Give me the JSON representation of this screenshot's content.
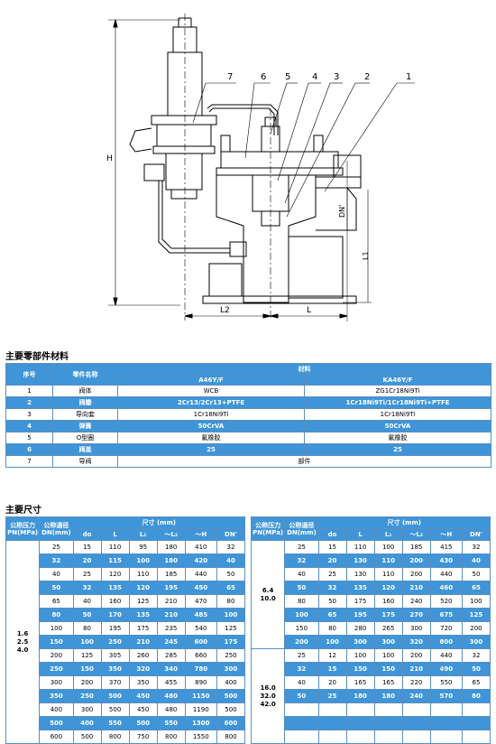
{
  "drawing": {
    "callouts": [
      "7",
      "6",
      "5",
      "4",
      "3",
      "2",
      "1"
    ],
    "dims": {
      "H": "H",
      "DN": "DN'",
      "L1": "L1",
      "L2": "L2",
      "L": "L"
    }
  },
  "materials": {
    "title": "主要零部件材料",
    "headers": {
      "no": "序号",
      "name": "零件名称",
      "material": "材料",
      "a": "A46Y/F",
      "ka": "KA46Y/F"
    },
    "rows": [
      {
        "no": "1",
        "name": "阀体",
        "a": "WCB",
        "ka": "ZG1Cr18Ni9Ti"
      },
      {
        "no": "2",
        "name": "阀瓣",
        "a": "2Cr13/2Cr13+PTFE",
        "ka": "1Cr18Ni9Ti/1Cr18Ni9Ti+PTFE"
      },
      {
        "no": "3",
        "name": "导向套",
        "a": "1Cr18Ni9Ti",
        "ka": "1Cr18Ni9Ti"
      },
      {
        "no": "4",
        "name": "弹簧",
        "a": "50CrVA",
        "ka": "50CrVA"
      },
      {
        "no": "5",
        "name": "O型圈",
        "a": "氟橡胶",
        "ka": "氟橡胶"
      },
      {
        "no": "6",
        "name": "阀盖",
        "a": "25",
        "ka": "25"
      },
      {
        "no": "7",
        "name": "导阀",
        "merged": "部件"
      }
    ]
  },
  "dimensions": {
    "title": "主要尺寸",
    "headers": {
      "pn": "公称压力 PN(MPa)",
      "dn": "公称通径 DN(mm)",
      "size": "尺寸 (mm)",
      "cols": [
        "do",
        "L",
        "L₁",
        "～L₂",
        "～H",
        "DN'"
      ]
    },
    "left": {
      "group": [
        "1.6",
        "2.5",
        "4.0"
      ],
      "rows": [
        [
          "25",
          "15",
          "110",
          "95",
          "180",
          "410",
          "32"
        ],
        [
          "32",
          "20",
          "115",
          "100",
          "180",
          "420",
          "40"
        ],
        [
          "40",
          "25",
          "120",
          "110",
          "185",
          "440",
          "50"
        ],
        [
          "50",
          "32",
          "135",
          "120",
          "195",
          "450",
          "65"
        ],
        [
          "65",
          "40",
          "160",
          "125",
          "210",
          "470",
          "80"
        ],
        [
          "80",
          "50",
          "170",
          "135",
          "210",
          "485",
          "100"
        ],
        [
          "100",
          "80",
          "195",
          "175",
          "235",
          "540",
          "125"
        ],
        [
          "150",
          "100",
          "250",
          "210",
          "245",
          "600",
          "175"
        ],
        [
          "200",
          "125",
          "305",
          "260",
          "285",
          "660",
          "250"
        ],
        [
          "250",
          "150",
          "350",
          "320",
          "340",
          "780",
          "300"
        ],
        [
          "300",
          "200",
          "370",
          "350",
          "455",
          "890",
          "400"
        ],
        [
          "350",
          "250",
          "500",
          "450",
          "480",
          "1150",
          "500"
        ],
        [
          "400",
          "300",
          "500",
          "450",
          "480",
          "1190",
          "500"
        ],
        [
          "500",
          "400",
          "550",
          "500",
          "550",
          "1300",
          "600"
        ],
        [
          "600",
          "500",
          "800",
          "750",
          "800",
          "1550",
          "800"
        ]
      ]
    },
    "right": {
      "group1": [
        "6.4",
        "10.0"
      ],
      "rows1": [
        [
          "25",
          "15",
          "110",
          "100",
          "185",
          "415",
          "32"
        ],
        [
          "32",
          "20",
          "130",
          "110",
          "200",
          "430",
          "40"
        ],
        [
          "40",
          "25",
          "130",
          "110",
          "200",
          "440",
          "50"
        ],
        [
          "50",
          "32",
          "135",
          "120",
          "210",
          "460",
          "65"
        ],
        [
          "80",
          "50",
          "175",
          "160",
          "240",
          "520",
          "100"
        ],
        [
          "100",
          "65",
          "195",
          "175",
          "270",
          "675",
          "125"
        ],
        [
          "150",
          "80",
          "280",
          "265",
          "300",
          "720",
          "200"
        ],
        [
          "200",
          "100",
          "300",
          "300",
          "320",
          "800",
          "300"
        ]
      ],
      "group2": [
        "16.0",
        "32.0",
        "42.0"
      ],
      "rows2": [
        [
          "25",
          "12",
          "100",
          "100",
          "200",
          "440",
          "32"
        ],
        [
          "32",
          "15",
          "150",
          "150",
          "210",
          "490",
          "50"
        ],
        [
          "40",
          "20",
          "165",
          "165",
          "220",
          "550",
          "65"
        ],
        [
          "50",
          "25",
          "180",
          "180",
          "240",
          "570",
          "80"
        ]
      ],
      "empty_rows": 3
    }
  }
}
